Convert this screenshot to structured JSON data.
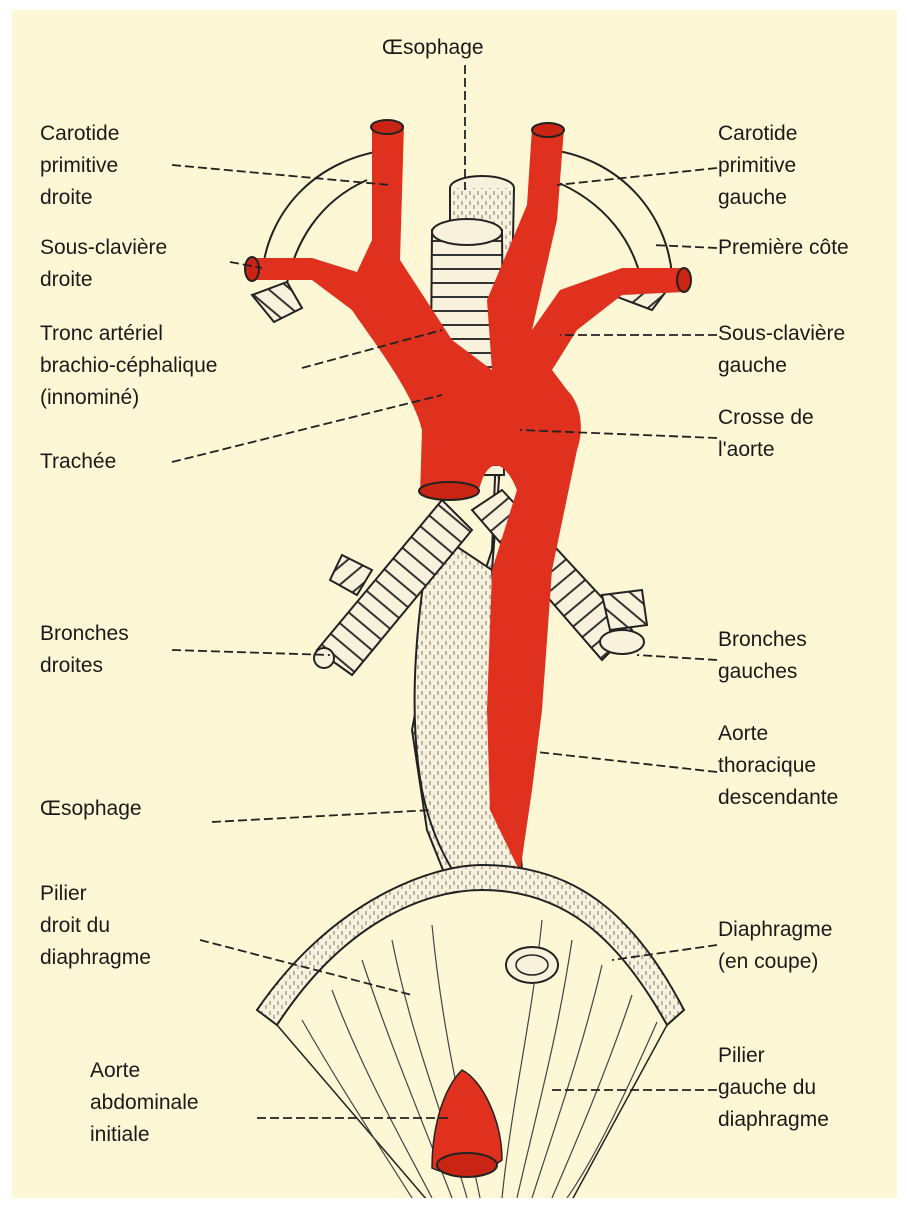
{
  "colors": {
    "background": "#fdf7d5",
    "artery": "#e0301e",
    "structure_fill": "#f8f1dc",
    "ink": "#222222"
  },
  "labels": {
    "oesophage_top": "Œsophage",
    "carotide_droite": [
      "Carotide",
      "primitive",
      "droite"
    ],
    "carotide_gauche": [
      "Carotide",
      "primitive",
      "gauche"
    ],
    "sous_claviere_droite": [
      "Sous-clavière",
      "droite"
    ],
    "premiere_cote": "Première côte",
    "tronc_brachio": [
      "Tronc artériel",
      "brachio-céphalique",
      "(innominé)"
    ],
    "sous_claviere_gauche": [
      "Sous-clavière",
      "gauche"
    ],
    "crosse_aorte": [
      "Crosse de",
      "l'aorte"
    ],
    "trachee": "Trachée",
    "bronches_droites": [
      "Bronches",
      "droites"
    ],
    "bronches_gauches": [
      "Bronches",
      "gauches"
    ],
    "aorte_thoracique": [
      "Aorte",
      "thoracique",
      "descendante"
    ],
    "oesophage_mid": "Œsophage",
    "pilier_droit": [
      "Pilier",
      "droit du",
      "diaphragme"
    ],
    "diaphragme": [
      "Diaphragme",
      "(en coupe)"
    ],
    "aorte_abdominale": [
      "Aorte",
      "abdominale",
      "initiale"
    ],
    "pilier_gauche": [
      "Pilier",
      "gauche du",
      "diaphragme"
    ]
  }
}
